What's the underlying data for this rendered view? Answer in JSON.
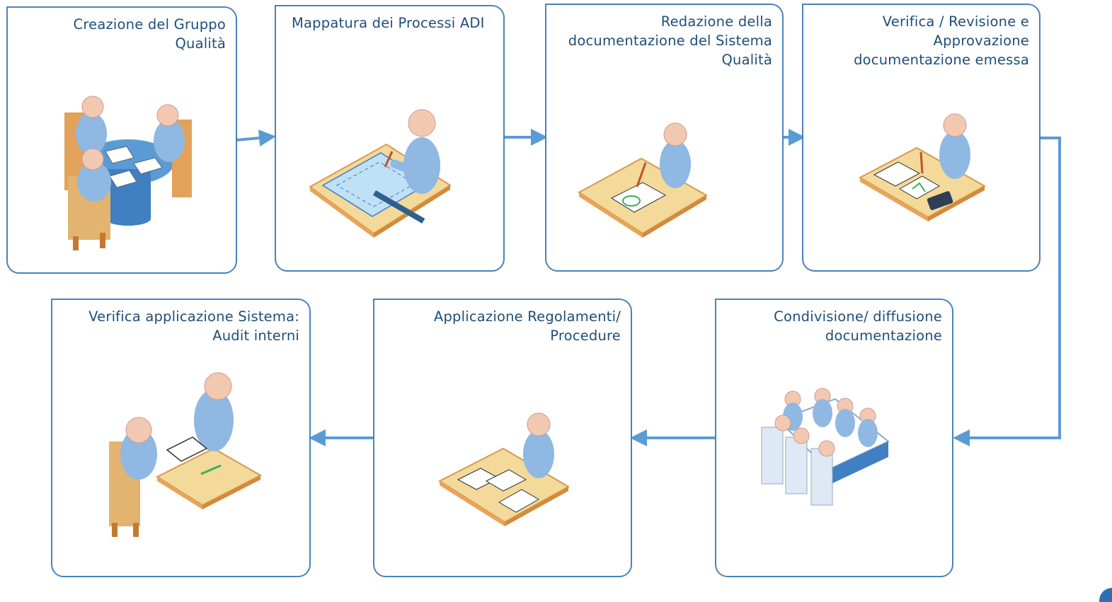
{
  "diagram": {
    "colors": {
      "border": "#4a82bd",
      "text": "#1f4e79",
      "arrow": "#5b9bd5",
      "person": "#8fb8e3",
      "skin": "#f2c9b0",
      "wood": "#e2b470",
      "table_top": "#f3d99a"
    },
    "steps": [
      {
        "id": "s1",
        "label": "Creazione del Gruppo\nQualità",
        "icon": "group-meeting-icon"
      },
      {
        "id": "s2",
        "label": "Mappatura dei Processi ADI",
        "icon": "process-mapping-icon"
      },
      {
        "id": "s3",
        "label": "Redazione della\ndocumentazione del Sistema\nQualità",
        "icon": "writing-document-icon"
      },
      {
        "id": "s4",
        "label": "Verifica / Revisione e\nApprovazione\ndocumentazione emessa",
        "icon": "review-approval-icon"
      },
      {
        "id": "s5",
        "label": "Condivisione/ diffusione\ndocumentazione",
        "icon": "conference-icon"
      },
      {
        "id": "s6",
        "label": "Applicazione Regolamenti/\nProcedure",
        "icon": "applying-procedures-icon"
      },
      {
        "id": "s7",
        "label": "Verifica applicazione Sistema:\nAudit interni",
        "icon": "internal-audit-icon"
      }
    ]
  }
}
